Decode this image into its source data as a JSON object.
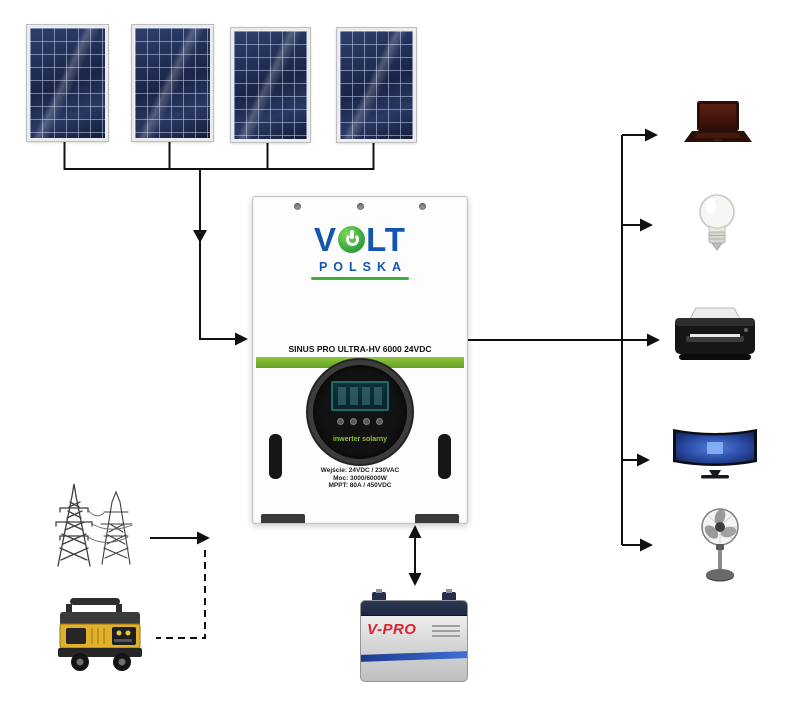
{
  "inverter": {
    "brand_v": "V",
    "brand_lt": "LT",
    "brand_sub": "POLSKA",
    "model": "SINUS PRO ULTRA-HV 6000 24VDC",
    "display_label": "inwerter solarny",
    "specs": [
      "Wejście: 24VDC / 230VAC",
      "Moc: 3000/6000W",
      "MPPT: 80A / 450VDC"
    ]
  },
  "battery": {
    "brand": "V-PRO"
  },
  "icons": {
    "sources": [
      "solar-panel-icon",
      "power-grid-icon",
      "generator-icon",
      "battery-icon"
    ],
    "loads": [
      "laptop-icon",
      "light-bulb-icon",
      "printer-icon",
      "tv-icon",
      "fan-icon"
    ]
  },
  "connections": [
    {
      "from": "solar-panels",
      "to": "inverter",
      "style": "solid-arrow"
    },
    {
      "from": "power-grid",
      "to": "inverter",
      "style": "solid-arrow"
    },
    {
      "from": "generator",
      "to": "grid-line",
      "style": "dashed"
    },
    {
      "from": "inverter",
      "to": "battery",
      "style": "double-arrow"
    },
    {
      "from": "inverter",
      "to": "laptop",
      "style": "solid-arrow"
    },
    {
      "from": "inverter",
      "to": "light-bulb",
      "style": "solid-arrow"
    },
    {
      "from": "inverter",
      "to": "printer",
      "style": "solid-arrow"
    },
    {
      "from": "inverter",
      "to": "tv",
      "style": "solid-arrow"
    },
    {
      "from": "inverter",
      "to": "fan",
      "style": "solid-arrow"
    }
  ],
  "colors": {
    "line": "#111111",
    "brand_blue": "#1356ad",
    "brand_green": "#3fae3a",
    "stripe_green": "#76b82a",
    "battery_red": "#d8262c",
    "panel_navy": "#1d2a4d"
  }
}
